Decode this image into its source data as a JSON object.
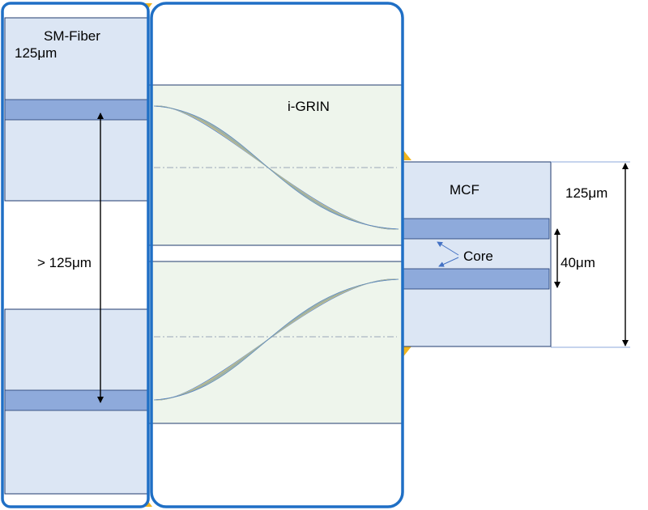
{
  "labels": {
    "sm_fiber": "SM-Fiber",
    "sm_fiber_diameter": "125μm",
    "core_spacing": "> 125μm",
    "grin": "i-GRIN",
    "mcf": "MCF",
    "core": "Core",
    "mcf_diameter": "125μm",
    "mcf_core_pitch": "40μm"
  },
  "colors": {
    "cladding_fill": "#dce6f4",
    "core_fill": "#8eaadb",
    "grin_fill": "#eef5ec",
    "frame_stroke": "#1f6fc5",
    "dark_outline": "#1f3a6e",
    "accent_yellow": "#f2b51c",
    "arrow_blue": "#4472c4"
  },
  "icons": {
    "ray_bundle": "sinusoidal-ray-bundle",
    "dimension_arrow": "double-headed-arrow"
  }
}
